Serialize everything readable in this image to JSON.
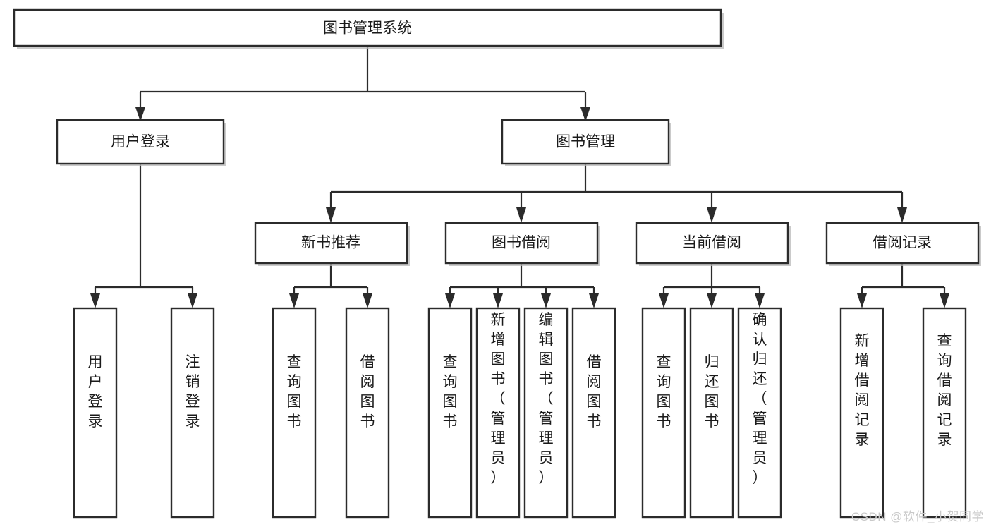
{
  "diagram": {
    "type": "tree",
    "title": "图书管理系统",
    "watermark": "CSDN @软件_小贺同学",
    "root": {
      "id": "root",
      "label": "图书管理系统",
      "orientation": "horizontal"
    },
    "level1": [
      {
        "id": "user-login",
        "label": "用户登录",
        "orientation": "horizontal"
      },
      {
        "id": "book-management",
        "label": "图书管理",
        "orientation": "horizontal"
      }
    ],
    "level2": [
      {
        "id": "new-book-recommend",
        "label": "新书推荐",
        "parent": "book-management",
        "orientation": "horizontal"
      },
      {
        "id": "book-borrow",
        "label": "图书借阅",
        "parent": "book-management",
        "orientation": "horizontal"
      },
      {
        "id": "current-borrow",
        "label": "当前借阅",
        "parent": "book-management",
        "orientation": "horizontal"
      },
      {
        "id": "borrow-record",
        "label": "借阅记录",
        "parent": "book-management",
        "orientation": "horizontal"
      }
    ],
    "leaves": [
      {
        "id": "leaf-user-login",
        "label": "用户登录",
        "parent": "user-login",
        "orientation": "vertical"
      },
      {
        "id": "leaf-user-logout",
        "label": "注销登录",
        "parent": "user-login",
        "orientation": "vertical"
      },
      {
        "id": "leaf-query-book-1",
        "label": "查询图书",
        "parent": "new-book-recommend",
        "orientation": "vertical"
      },
      {
        "id": "leaf-borrow-book-1",
        "label": "借阅图书",
        "parent": "new-book-recommend",
        "orientation": "vertical"
      },
      {
        "id": "leaf-query-book-2",
        "label": "查询图书",
        "parent": "book-borrow",
        "orientation": "vertical"
      },
      {
        "id": "leaf-add-book",
        "label": "新增图书（管理员）",
        "parent": "book-borrow",
        "orientation": "vertical"
      },
      {
        "id": "leaf-edit-book",
        "label": "编辑图书（管理员）",
        "parent": "book-borrow",
        "orientation": "vertical"
      },
      {
        "id": "leaf-borrow-book-2",
        "label": "借阅图书",
        "parent": "book-borrow",
        "orientation": "vertical"
      },
      {
        "id": "leaf-query-book-3",
        "label": "查询图书",
        "parent": "current-borrow",
        "orientation": "vertical"
      },
      {
        "id": "leaf-return-book",
        "label": "归还图书",
        "parent": "current-borrow",
        "orientation": "vertical"
      },
      {
        "id": "leaf-confirm-return",
        "label": "确认归还（管理员）",
        "parent": "current-borrow",
        "orientation": "vertical"
      },
      {
        "id": "leaf-add-record",
        "label": "新增借阅记录",
        "parent": "borrow-record",
        "orientation": "vertical"
      },
      {
        "id": "leaf-query-record",
        "label": "查询借阅记录",
        "parent": "borrow-record",
        "orientation": "vertical"
      }
    ],
    "colors": {
      "box_stroke": "#2b2b2b",
      "box_fill": "#ffffff",
      "connector": "#2b2b2b",
      "text": "#1a1a1a",
      "shadow": "#b8b8b8",
      "watermark": "#c9c9c9",
      "background": "#ffffff"
    }
  }
}
